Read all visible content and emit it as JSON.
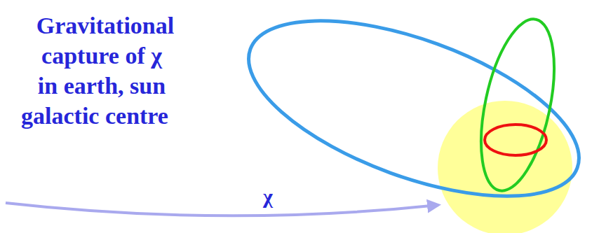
{
  "diagram": {
    "labels": [
      "Gravitational",
      "capture of χ",
      "in earth, sun",
      "galactic centre",
      "χ"
    ]
  }
}
